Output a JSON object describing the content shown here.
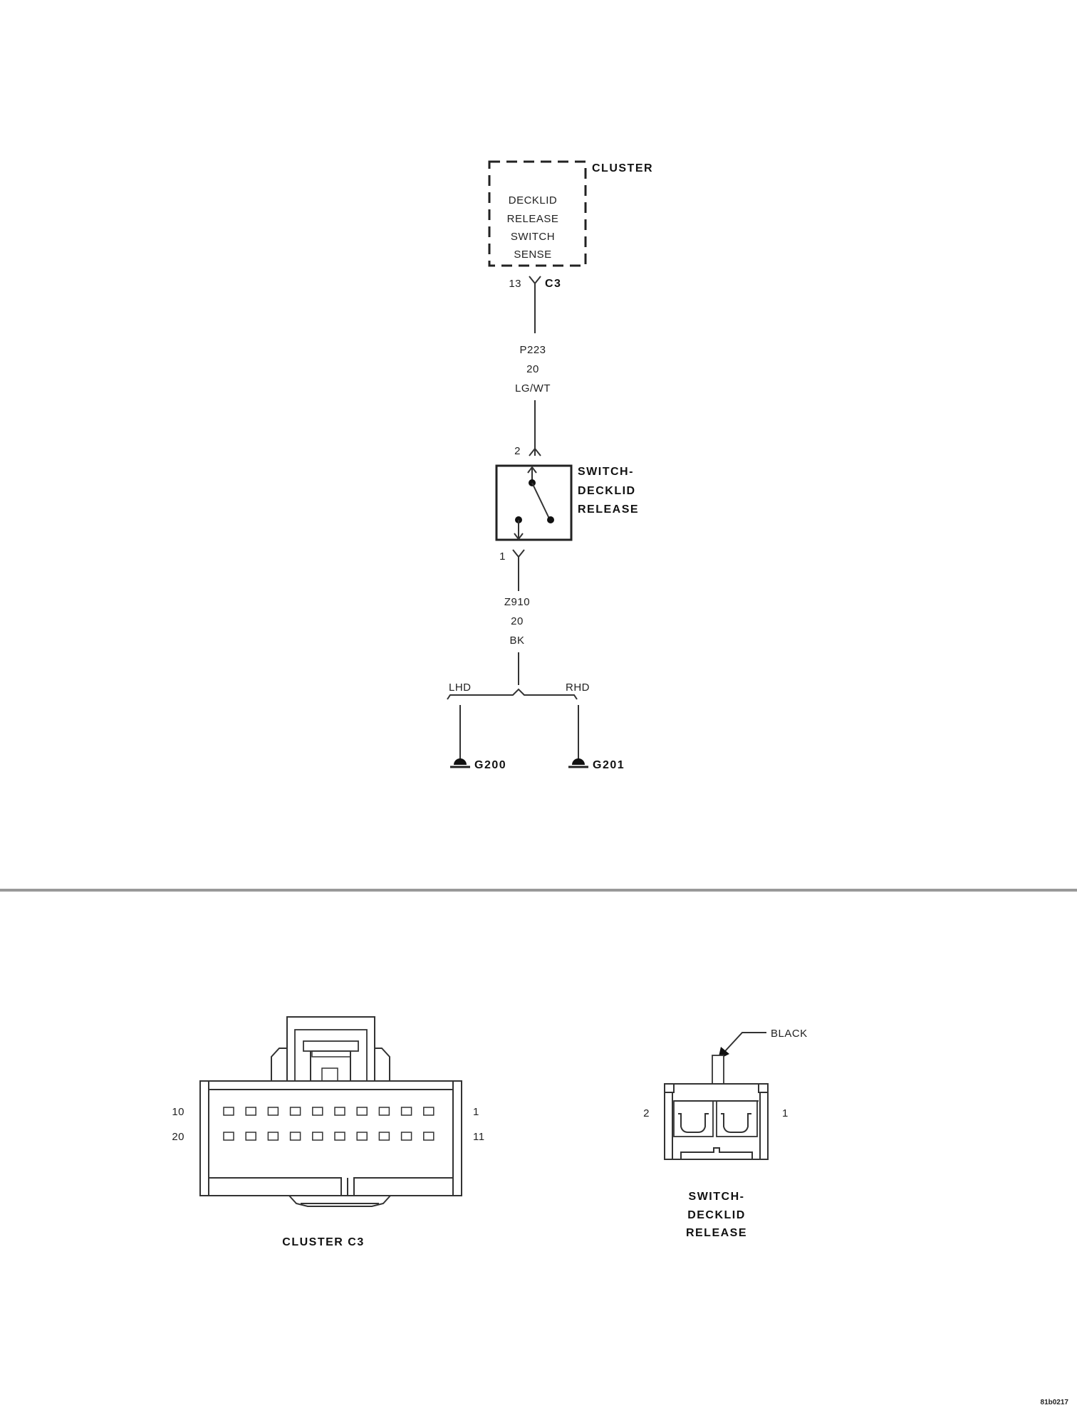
{
  "schematic": {
    "cluster": {
      "label": "CLUSTER",
      "circuit_lines": [
        "DECKLID",
        "RELEASE",
        "SWITCH",
        "SENSE"
      ],
      "pin": "13",
      "connector": "C3"
    },
    "wire_upper": {
      "circuit": "P223",
      "gauge": "20",
      "color": "LG/WT"
    },
    "switch": {
      "label_lines": [
        "SWITCH-",
        "DECKLID",
        "RELEASE"
      ],
      "pin_top": "2",
      "pin_bottom": "1"
    },
    "wire_lower": {
      "circuit": "Z910",
      "gauge": "20",
      "color": "BK"
    },
    "branches": {
      "left_label": "LHD",
      "right_label": "RHD",
      "left_ground": "G200",
      "right_ground": "G201"
    }
  },
  "connector_views": {
    "cluster_c3": {
      "title": "CLUSTER C3",
      "top_left_pin": "10",
      "top_right_pin": "1",
      "bottom_left_pin": "20",
      "bottom_right_pin": "11",
      "pins_per_row": 10
    },
    "switch_connector": {
      "title_lines": [
        "SWITCH-",
        "DECKLID",
        "RELEASE"
      ],
      "wire_color": "BLACK",
      "left_pin": "2",
      "right_pin": "1"
    }
  },
  "figure_id": "81b0217"
}
